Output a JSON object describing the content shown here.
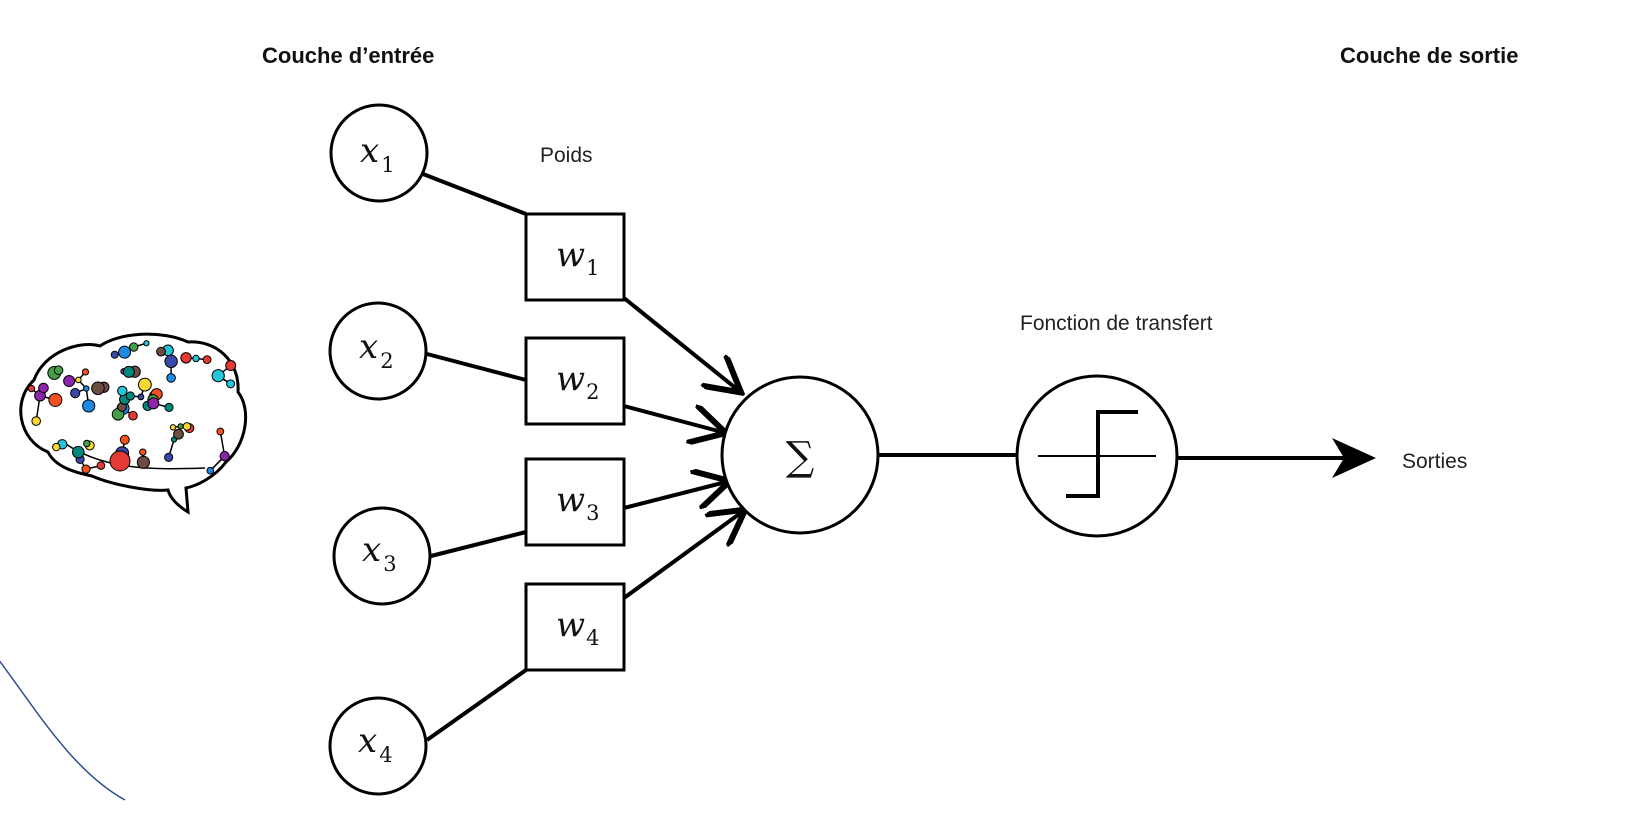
{
  "labels": {
    "input_layer": "Couche d’entrée",
    "output_layer": "Couche de sortie",
    "weights": "Poids",
    "transfer_function": "Fonction de transfert",
    "outputs": "Sorties"
  },
  "inputs": [
    {
      "symbol": "x",
      "index": "1"
    },
    {
      "symbol": "x",
      "index": "2"
    },
    {
      "symbol": "x",
      "index": "3"
    },
    {
      "symbol": "x",
      "index": "4"
    }
  ],
  "weights": [
    {
      "symbol": "w",
      "index": "1"
    },
    {
      "symbol": "w",
      "index": "2"
    },
    {
      "symbol": "w",
      "index": "3"
    },
    {
      "symbol": "w",
      "index": "4"
    }
  ],
  "summation_symbol": "∑",
  "colors": {
    "stroke": "#000000",
    "decorative_arc": "#2f4f8f",
    "brain_nodes": [
      "#e53935",
      "#43a047",
      "#1e88e5",
      "#8e24aa",
      "#fdd835",
      "#26c6da",
      "#6d4c41",
      "#3949ab",
      "#00897b",
      "#f4511e"
    ]
  },
  "icons": {
    "brain": "brain-network-icon",
    "step_function": "step-function-icon",
    "summation": "summation-icon"
  }
}
